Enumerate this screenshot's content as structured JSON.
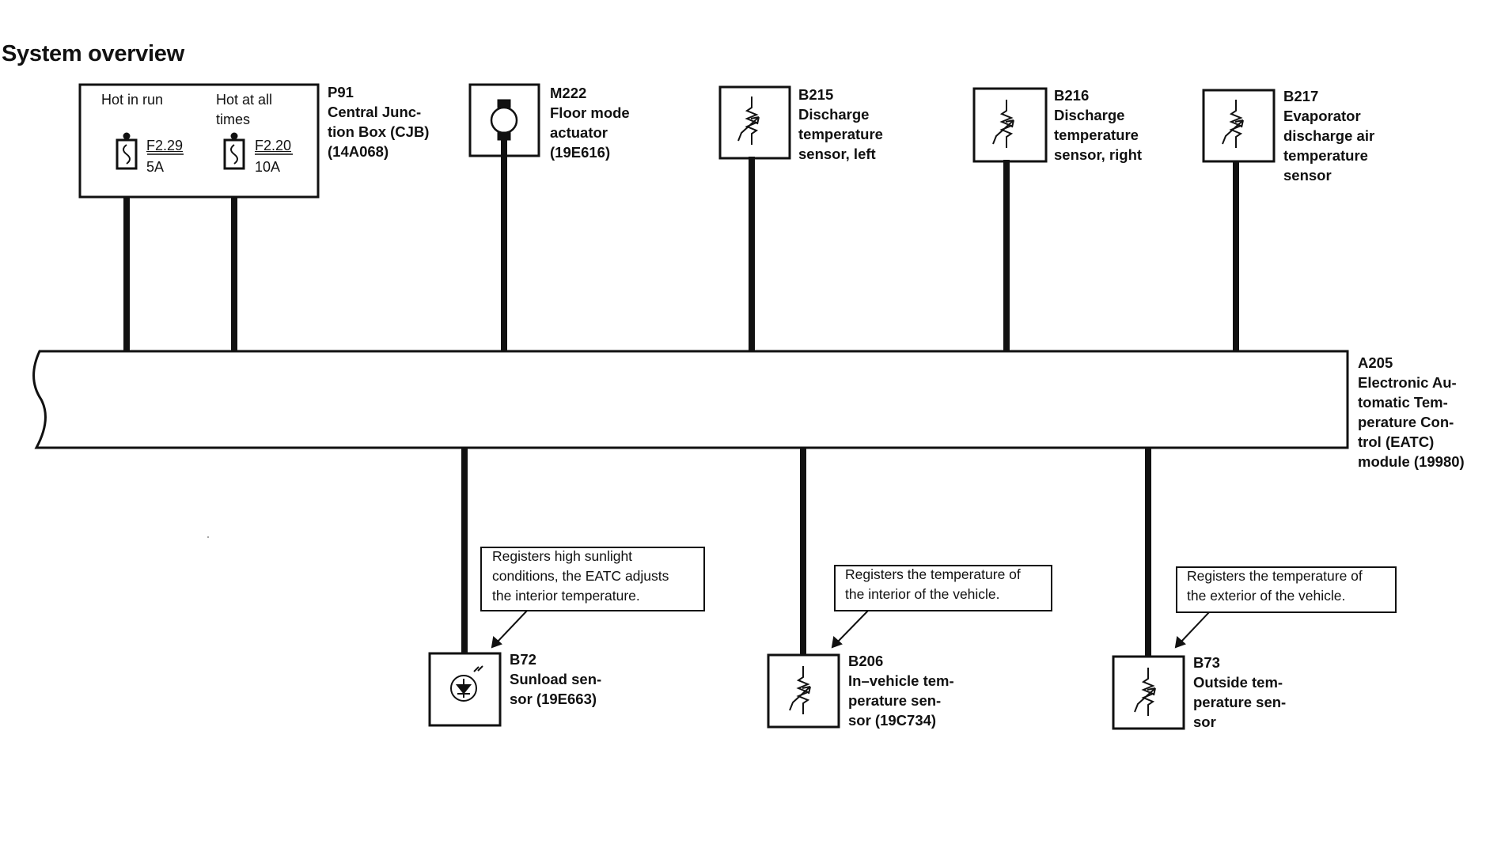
{
  "title": "System overview",
  "cjb": {
    "code": "P91",
    "desc": "Central Junc-\ntion Box (CJB)\n(14A068)",
    "hot_in_run": "Hot in run",
    "hot_at_all": "Hot at all\ntimes",
    "fuse1_id": "F2.29",
    "fuse1_amp": "5A",
    "fuse2_id": "F2.20",
    "fuse2_amp": "10A"
  },
  "top_components": [
    {
      "code": "M222",
      "desc": "Floor mode\nactuator\n(19E616)",
      "icon": "motor-icon"
    },
    {
      "code": "B215",
      "desc": "Discharge\ntemperature\nsensor, left",
      "icon": "thermistor-icon"
    },
    {
      "code": "B216",
      "desc": "Discharge\ntemperature\nsensor, right",
      "icon": "thermistor-icon"
    },
    {
      "code": "B217",
      "desc": "Evaporator\ndischarge air\ntemperature\nsensor",
      "icon": "thermistor-icon"
    }
  ],
  "module": {
    "code": "A205",
    "desc": "Electronic Au-\ntomatic Tem-\nperature Con-\ntrol (EATC)\nmodule (19980)"
  },
  "bottom_components": [
    {
      "code": "B72",
      "desc": "Sunload sen-\nsor (19E663)",
      "icon": "photodiode-icon",
      "note": "Registers high sunlight\nconditions, the EATC adjusts\nthe interior temperature."
    },
    {
      "code": "B206",
      "desc": "In–vehicle tem-\nperature sen-\nsor (19C734)",
      "icon": "thermistor-icon",
      "note": "Registers the temperature of\nthe interior of the vehicle."
    },
    {
      "code": "B73",
      "desc": "Outside tem-\nperature sen-\nsor",
      "icon": "thermistor-icon",
      "note": "Registers the temperature of\nthe exterior of the vehicle."
    }
  ]
}
